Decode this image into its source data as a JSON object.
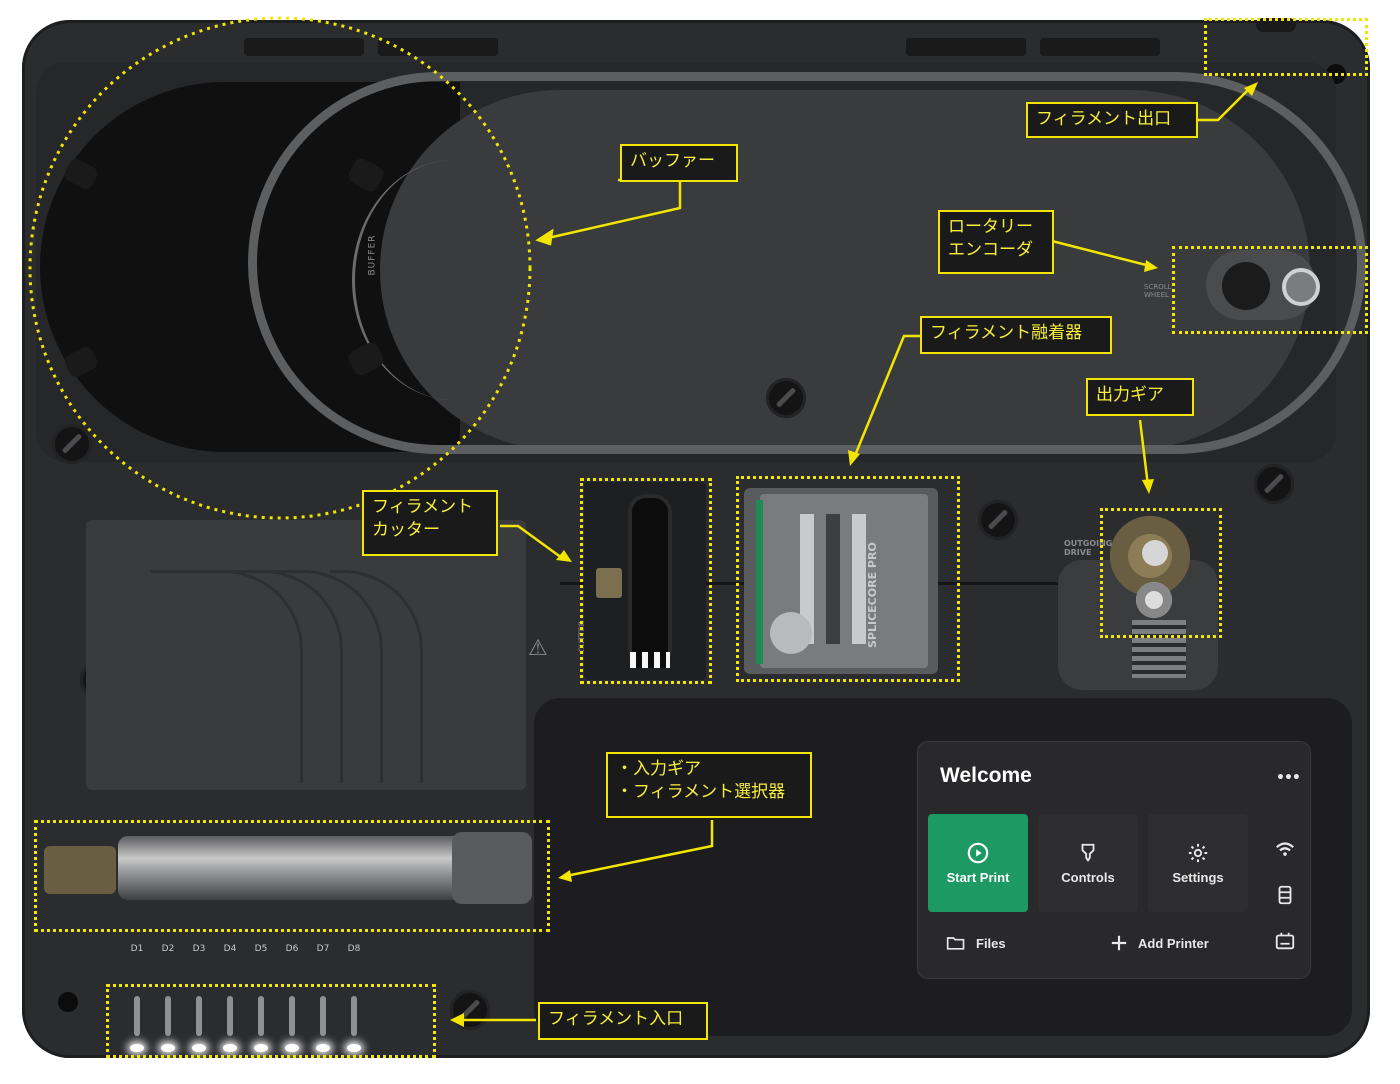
{
  "device": {
    "buffer_dial_text": "BUFFER",
    "scroll_wheel_text": "SCROLL WHEEL",
    "outgoing_drive_text": "OUTGOING DRIVE",
    "cutter_text": "CUTTER",
    "splicer_label": "SPLICECORE PRO",
    "lane_labels": [
      "D1",
      "D2",
      "D3",
      "D4",
      "D5",
      "D6",
      "D7",
      "D8"
    ]
  },
  "screen": {
    "title": "Welcome",
    "more_icon": "ellipsis-icon",
    "tiles": [
      {
        "label": "Start Print",
        "icon": "play-circle-icon",
        "accent": "#1d9a64"
      },
      {
        "label": "Controls",
        "icon": "extruder-icon"
      },
      {
        "label": "Settings",
        "icon": "gear-icon"
      }
    ],
    "side_icons": [
      "wifi-icon",
      "storage-icon",
      "battery-icon"
    ],
    "files_label": "Files",
    "add_printer_label": "Add Printer"
  },
  "callouts": {
    "buffer": "バッファー",
    "filament_exit": "フィラメント出口",
    "encoder_line1": "ロータリー",
    "encoder_line2": "エンコーダ",
    "splicer": "フィラメント融着器",
    "output_gear": "出力ギア",
    "cutter_line1": "フィラメント",
    "cutter_line2": "カッター",
    "input_line1": "・入力ギア",
    "input_line2": "・フィラメント選択器",
    "filament_input": "フィラメント入口"
  },
  "colors": {
    "annotation": "#f2e600",
    "device_body": "#2b2c2e",
    "accent_green": "#1d9a64"
  }
}
